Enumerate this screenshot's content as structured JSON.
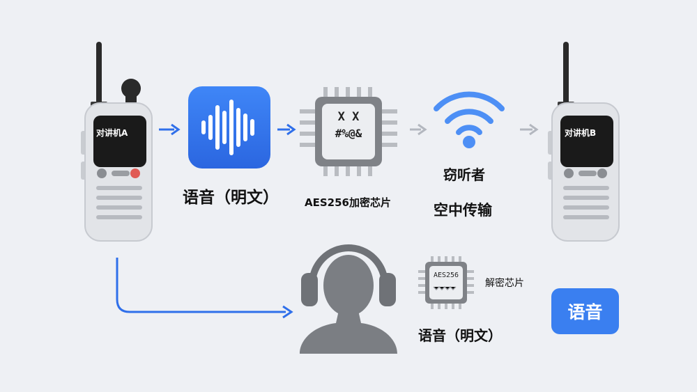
{
  "radio_a": {
    "screen_label": "对讲机A"
  },
  "radio_b": {
    "screen_label": "对讲机B"
  },
  "voice_plain_label": "语音（明文）",
  "encryption_chip": {
    "line1": "X X",
    "line2": "#%@&",
    "caption": "AES256加密芯片"
  },
  "transmission": {
    "eavesdropper_label": "窃听者",
    "channel_label": "空中传输"
  },
  "decryption_chip": {
    "chip_text": "AES256",
    "caption": "解密芯片"
  },
  "listener_label": "语音（明文）",
  "voice_badge": "语音",
  "colors": {
    "accent_blue": "#2f6fea",
    "arrow_gray": "#b3b7bf",
    "chip_gray": "#8a8d92",
    "wifi_blue": "#4d8ff5"
  }
}
